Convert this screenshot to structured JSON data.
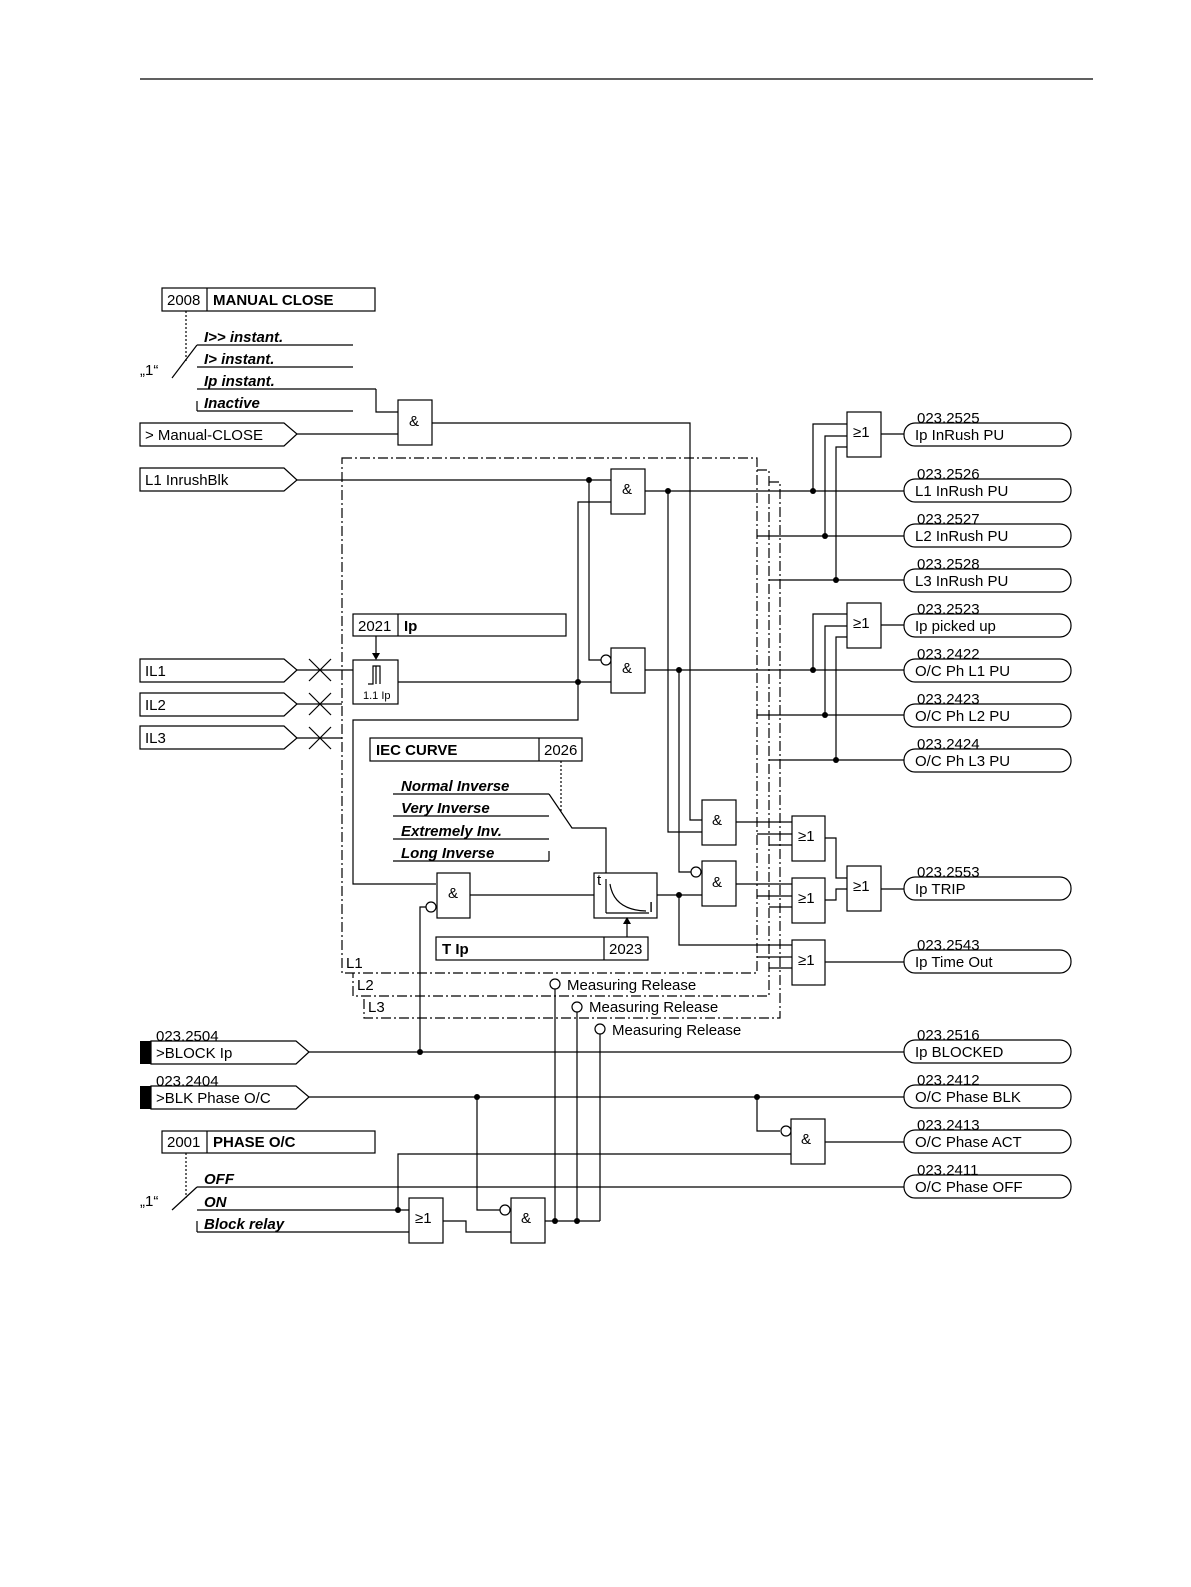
{
  "settings": {
    "manual_close": {
      "number": "2008",
      "name": "MANUAL CLOSE",
      "default": "„1“",
      "options": [
        "I>> instant.",
        "I> instant.",
        "Ip instant.",
        "Inactive"
      ]
    },
    "ip": {
      "number": "2021",
      "name": "Ip",
      "threshold": "1.1 Ip"
    },
    "iec_curve": {
      "number": "2026",
      "name": "IEC CURVE",
      "options": [
        "Normal Inverse",
        "Very Inverse",
        "Extremely Inv.",
        "Long Inverse"
      ]
    },
    "t_ip": {
      "number": "2023",
      "name": "T Ip"
    },
    "phase_oc": {
      "number": "2001",
      "name": "PHASE O/C",
      "default": "„1“",
      "options": [
        "OFF",
        "ON",
        "Block relay"
      ]
    }
  },
  "inputs": {
    "manual_close": "> Manual-CLOSE",
    "l1_inrush": "L1 InrushBlk",
    "il1": "IL1",
    "il2": "IL2",
    "il3": "IL3",
    "block_ip": {
      "number": "023.2504",
      "label": ">BLOCK Ip"
    },
    "blk_phase": {
      "number": "023.2404",
      "label": ">BLK Phase O/C"
    }
  },
  "gates": {
    "and": "&",
    "or": "≥1"
  },
  "curve_axis": {
    "t": "t",
    "i": "I"
  },
  "phases": {
    "l1": "L1",
    "l2": "L2",
    "l3": "L3"
  },
  "measuring_release": "Measuring Release",
  "outputs": [
    {
      "number": "023.2525",
      "label": "Ip InRush PU"
    },
    {
      "number": "023.2526",
      "label": "L1 InRush PU"
    },
    {
      "number": "023.2527",
      "label": "L2 InRush PU"
    },
    {
      "number": "023.2528",
      "label": "L3 InRush PU"
    },
    {
      "number": "023.2523",
      "label": "Ip picked up"
    },
    {
      "number": "023.2422",
      "label": "O/C Ph L1 PU"
    },
    {
      "number": "023.2423",
      "label": "O/C Ph L2 PU"
    },
    {
      "number": "023.2424",
      "label": "O/C Ph L3 PU"
    },
    {
      "number": "023.2553",
      "label": "Ip TRIP"
    },
    {
      "number": "023.2543",
      "label": "Ip Time Out"
    },
    {
      "number": "023.2516",
      "label": "Ip BLOCKED"
    },
    {
      "number": "023.2412",
      "label": "O/C Phase BLK"
    },
    {
      "number": "023.2413",
      "label": "O/C Phase ACT"
    },
    {
      "number": "023.2411",
      "label": "O/C Phase OFF"
    }
  ]
}
